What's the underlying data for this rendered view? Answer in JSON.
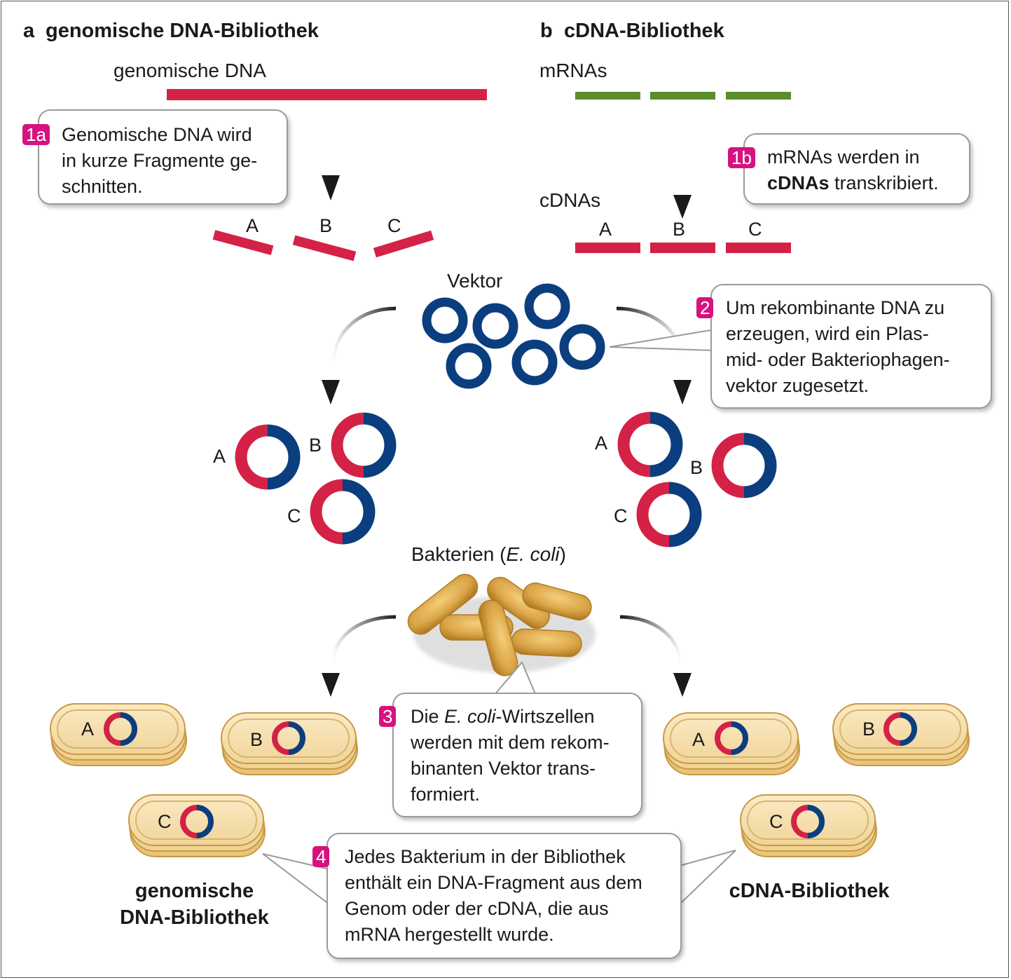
{
  "panel_a": {
    "marker": "a",
    "title": "genomische DNA-Bibliothek",
    "dna_label": "genomische DNA",
    "step_1a": {
      "badge": "1a",
      "lines": [
        "Genomische DNA wird",
        "in kurze Fragmente ge-",
        "schnitten."
      ]
    },
    "fragments": [
      "A",
      "B",
      "C"
    ],
    "plasmids": [
      "A",
      "B",
      "C"
    ],
    "bacteria": [
      "A",
      "B",
      "C"
    ],
    "library_label": [
      "genomische",
      "DNA-Bibliothek"
    ]
  },
  "panel_b": {
    "marker": "b",
    "title": "cDNA-Bibliothek",
    "mrna_label": "mRNAs",
    "cdna_label": "cDNAs",
    "step_1b": {
      "badge": "1b",
      "line1": "mRNAs werden in",
      "line2_bold": "cDNAs",
      "line2_rest": " transkribiert."
    },
    "fragments": [
      "A",
      "B",
      "C"
    ],
    "plasmids": [
      "A",
      "B",
      "C"
    ],
    "bacteria": [
      "A",
      "B",
      "C"
    ],
    "library_label": "cDNA-Bibliothek"
  },
  "center": {
    "vector_label": "Vektor",
    "step_2": {
      "badge": "2",
      "lines": [
        "Um rekombinante DNA zu",
        "erzeugen, wird ein Plas-",
        "mid- oder Bakteriophagen-",
        "vektor zugesetzt."
      ]
    },
    "bacteria_label_pre": "Bakterien (",
    "bacteria_label_italic": "E. coli",
    "bacteria_label_post": ")",
    "step_3": {
      "badge": "3",
      "line1_pre": "Die ",
      "line1_italic": "E. coli",
      "line1_post": "-Wirtszellen",
      "lines": [
        "werden mit dem rekom-",
        "binanten Vektor trans-",
        "formiert."
      ]
    },
    "step_4": {
      "badge": "4",
      "lines": [
        "Jedes Bakterium in der Bibliothek",
        "enthält ein DNA-Fragment aus dem",
        "Genom oder der cDNA, die aus",
        "mRNA hergestellt wurde."
      ]
    }
  },
  "colors": {
    "dna_red": "#d32246",
    "mrna_green": "#5b8c2e",
    "vector_blue": "#0b3e7e",
    "step_magenta": "#d6127f",
    "bacterium_tan": "#e3b455",
    "cell_beige": "#f4e2b8"
  }
}
